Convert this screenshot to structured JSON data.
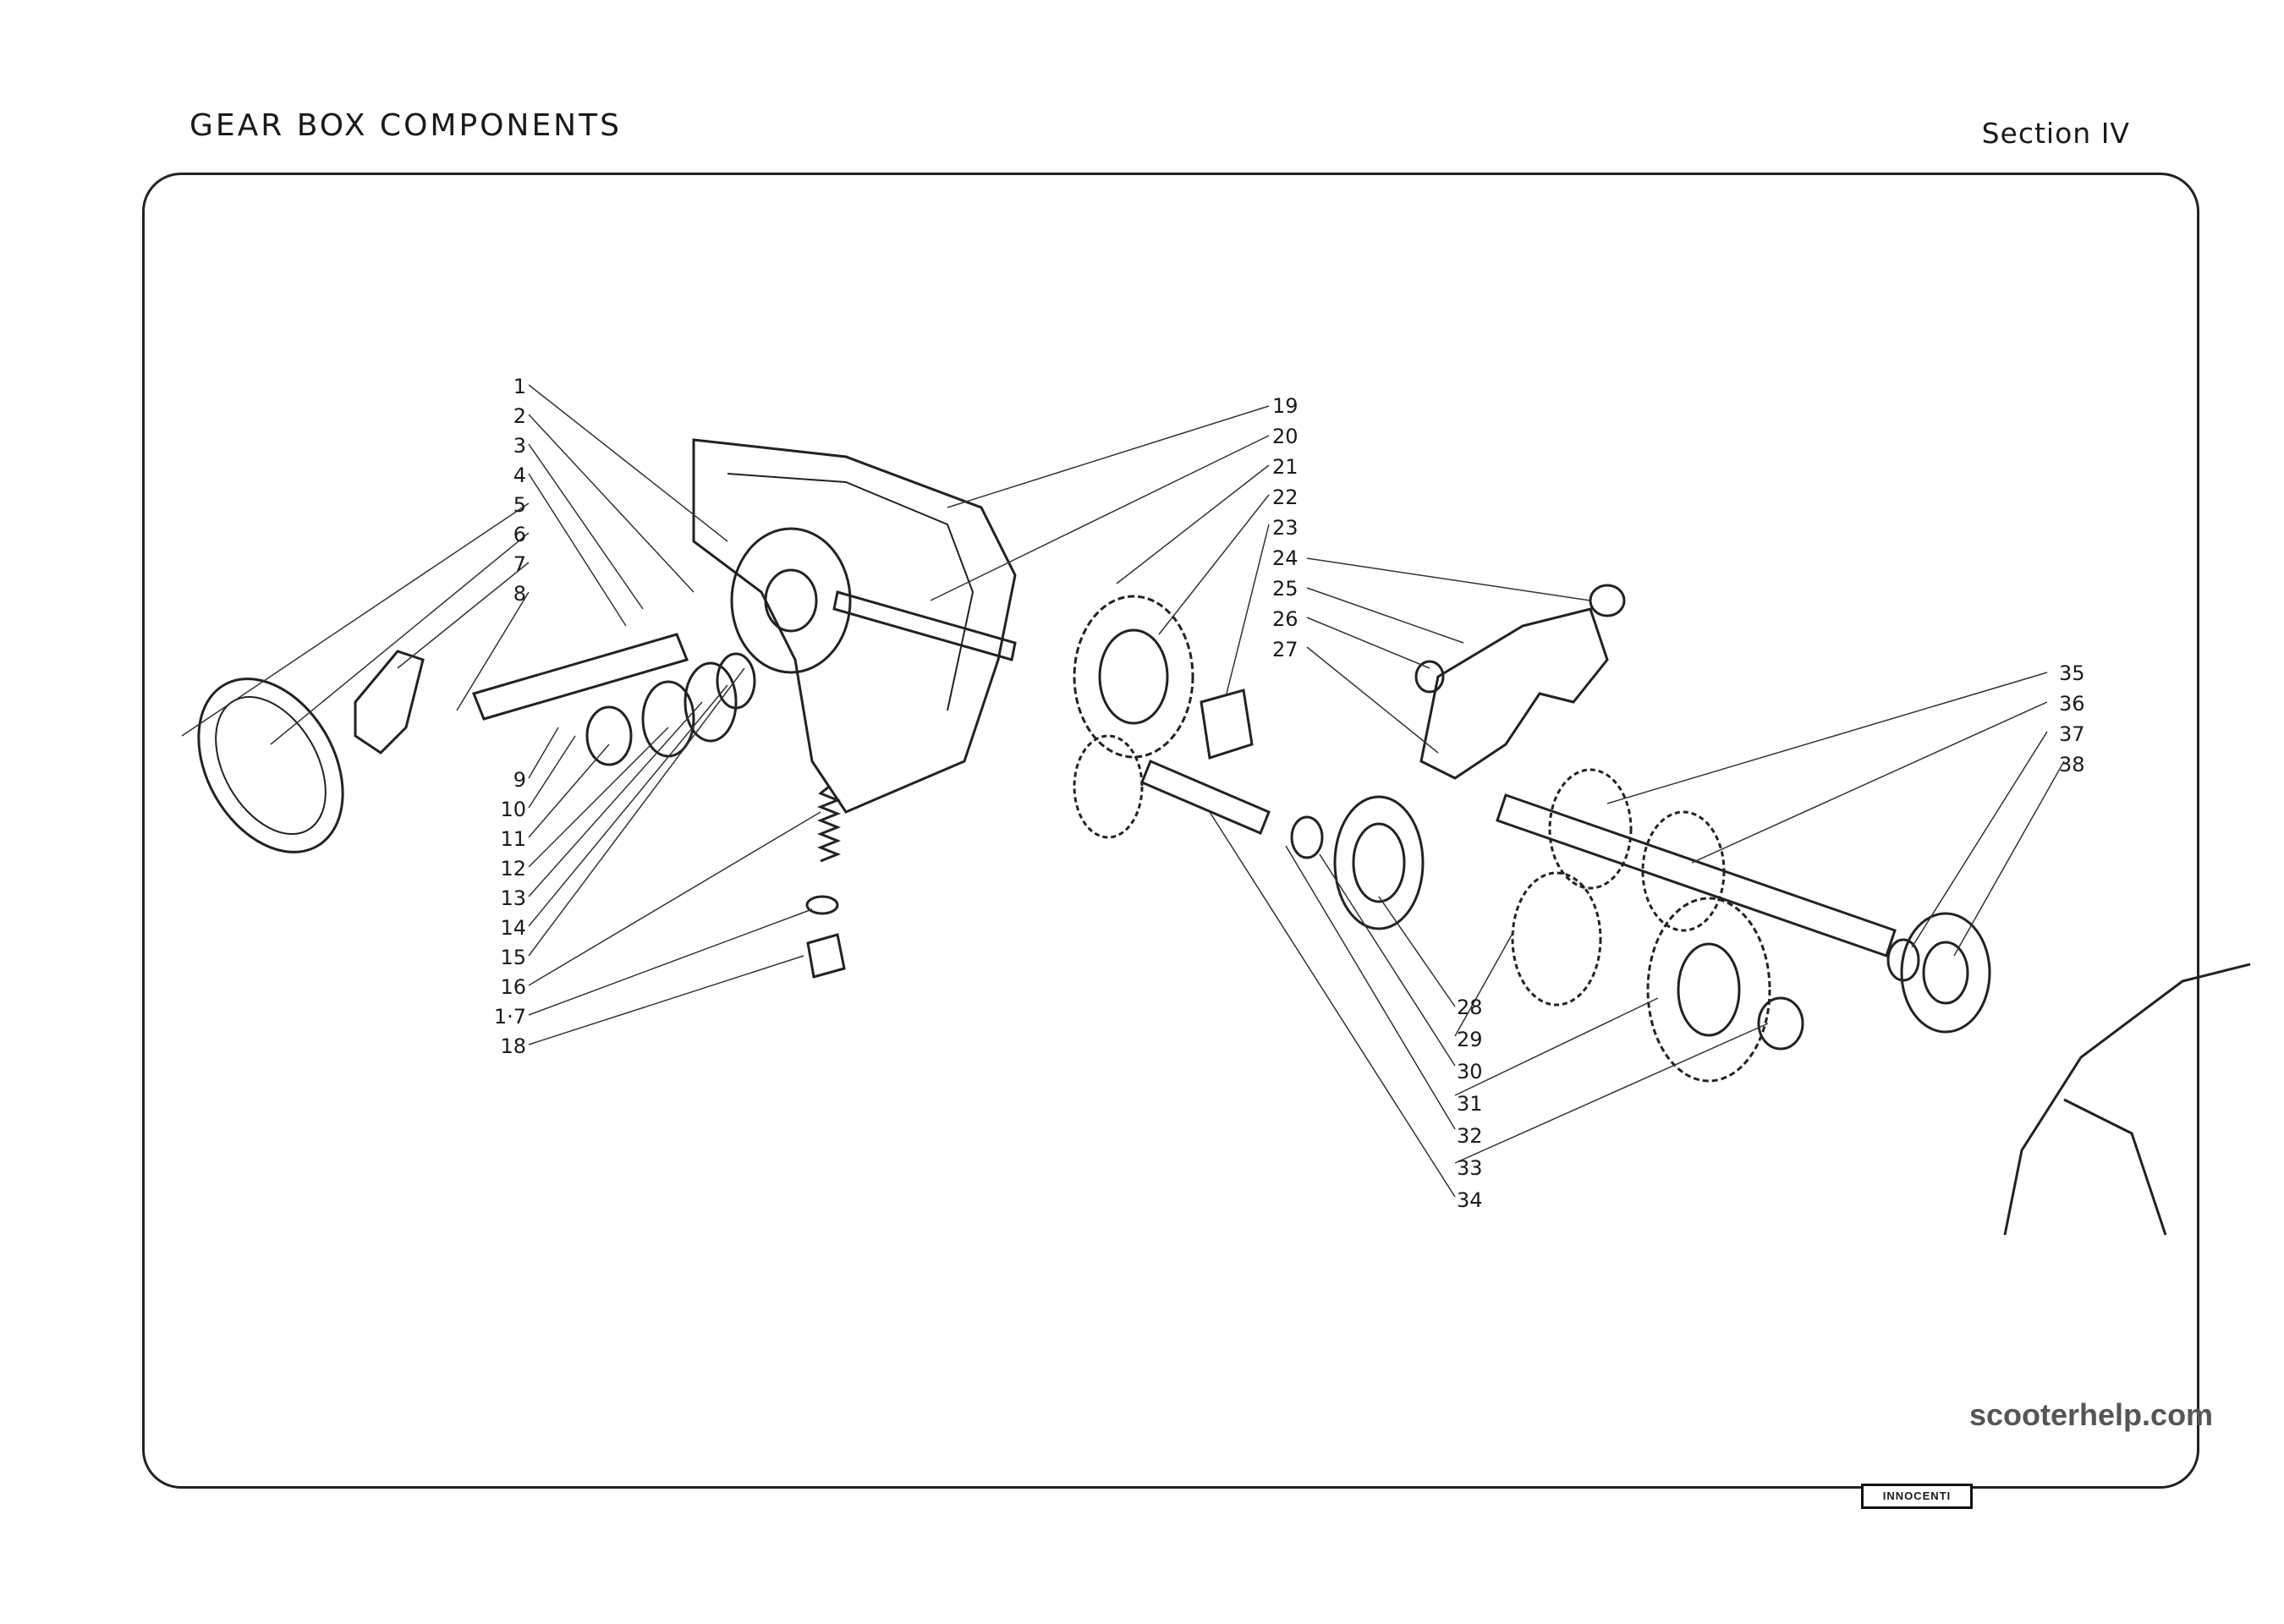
{
  "header": {
    "title": "GEAR BOX COMPONENTS",
    "section": "Section IV"
  },
  "callouts": {
    "left": [
      "1",
      "2",
      "3",
      "4",
      "5",
      "6",
      "7",
      "8",
      "9",
      "10",
      "11",
      "12",
      "13",
      "14",
      "15",
      "16",
      "1·7",
      "18"
    ],
    "mid": [
      "19",
      "20",
      "21",
      "22",
      "23",
      "24",
      "25",
      "26",
      "27"
    ],
    "bottom": [
      "28",
      "29",
      "30",
      "31",
      "32",
      "33",
      "34"
    ],
    "right": [
      "35",
      "36",
      "37",
      "38"
    ]
  },
  "watermark": "scooterhelp.com",
  "brand_mark": "INNOCENTI"
}
